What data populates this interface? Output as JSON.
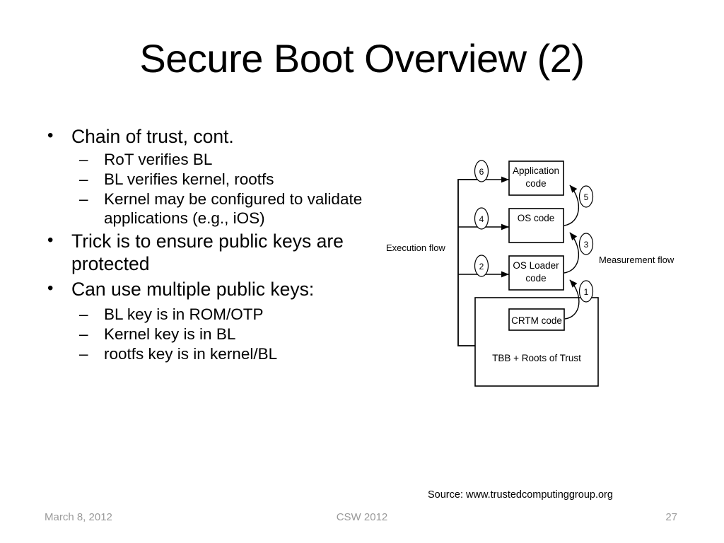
{
  "slide": {
    "title": "Secure Boot Overview (2)",
    "page_number": "27"
  },
  "bullets": [
    {
      "level": 1,
      "marker": "•",
      "text": "Chain of trust, cont."
    },
    {
      "level": 2,
      "marker": "–",
      "text": "RoT verifies BL"
    },
    {
      "level": 2,
      "marker": "–",
      "text": "BL verifies kernel, rootfs"
    },
    {
      "level": 2,
      "marker": "–",
      "text": "Kernel may be configured to validate applications (e.g., iOS)"
    },
    {
      "level": 1,
      "marker": "•",
      "text": "Trick is to ensure public keys are protected"
    },
    {
      "level": 1,
      "marker": "•",
      "text": "Can use multiple public keys:"
    },
    {
      "level": 2,
      "marker": "–",
      "text": "BL key is in ROM/OTP"
    },
    {
      "level": 2,
      "marker": "–",
      "text": "Kernel key is in BL"
    },
    {
      "level": 2,
      "marker": "–",
      "text": "rootfs key is in kernel/BL"
    }
  ],
  "diagram": {
    "labels": {
      "execution_flow": "Execution flow",
      "measurement_flow": "Measurement flow"
    },
    "boxes": [
      {
        "id": "application",
        "line1": "Application",
        "line2": "code"
      },
      {
        "id": "os",
        "line1": "OS code",
        "line2": ""
      },
      {
        "id": "os-loader",
        "line1": "OS Loader",
        "line2": "code"
      },
      {
        "id": "crtm",
        "line1": "CRTM code",
        "line2": ""
      },
      {
        "id": "tbb",
        "line1": "TBB + Roots of Trust",
        "line2": ""
      }
    ],
    "step_numbers": {
      "exec_app": "6",
      "exec_os": "4",
      "exec_loader": "2",
      "meas_app": "5",
      "meas_os": "3",
      "meas_loader": "1"
    }
  },
  "source": {
    "note": "Source: www.trustedcomputinggroup.org"
  },
  "footer": {
    "date": "March 8, 2012",
    "event": "CSW 2012",
    "page": "27"
  }
}
